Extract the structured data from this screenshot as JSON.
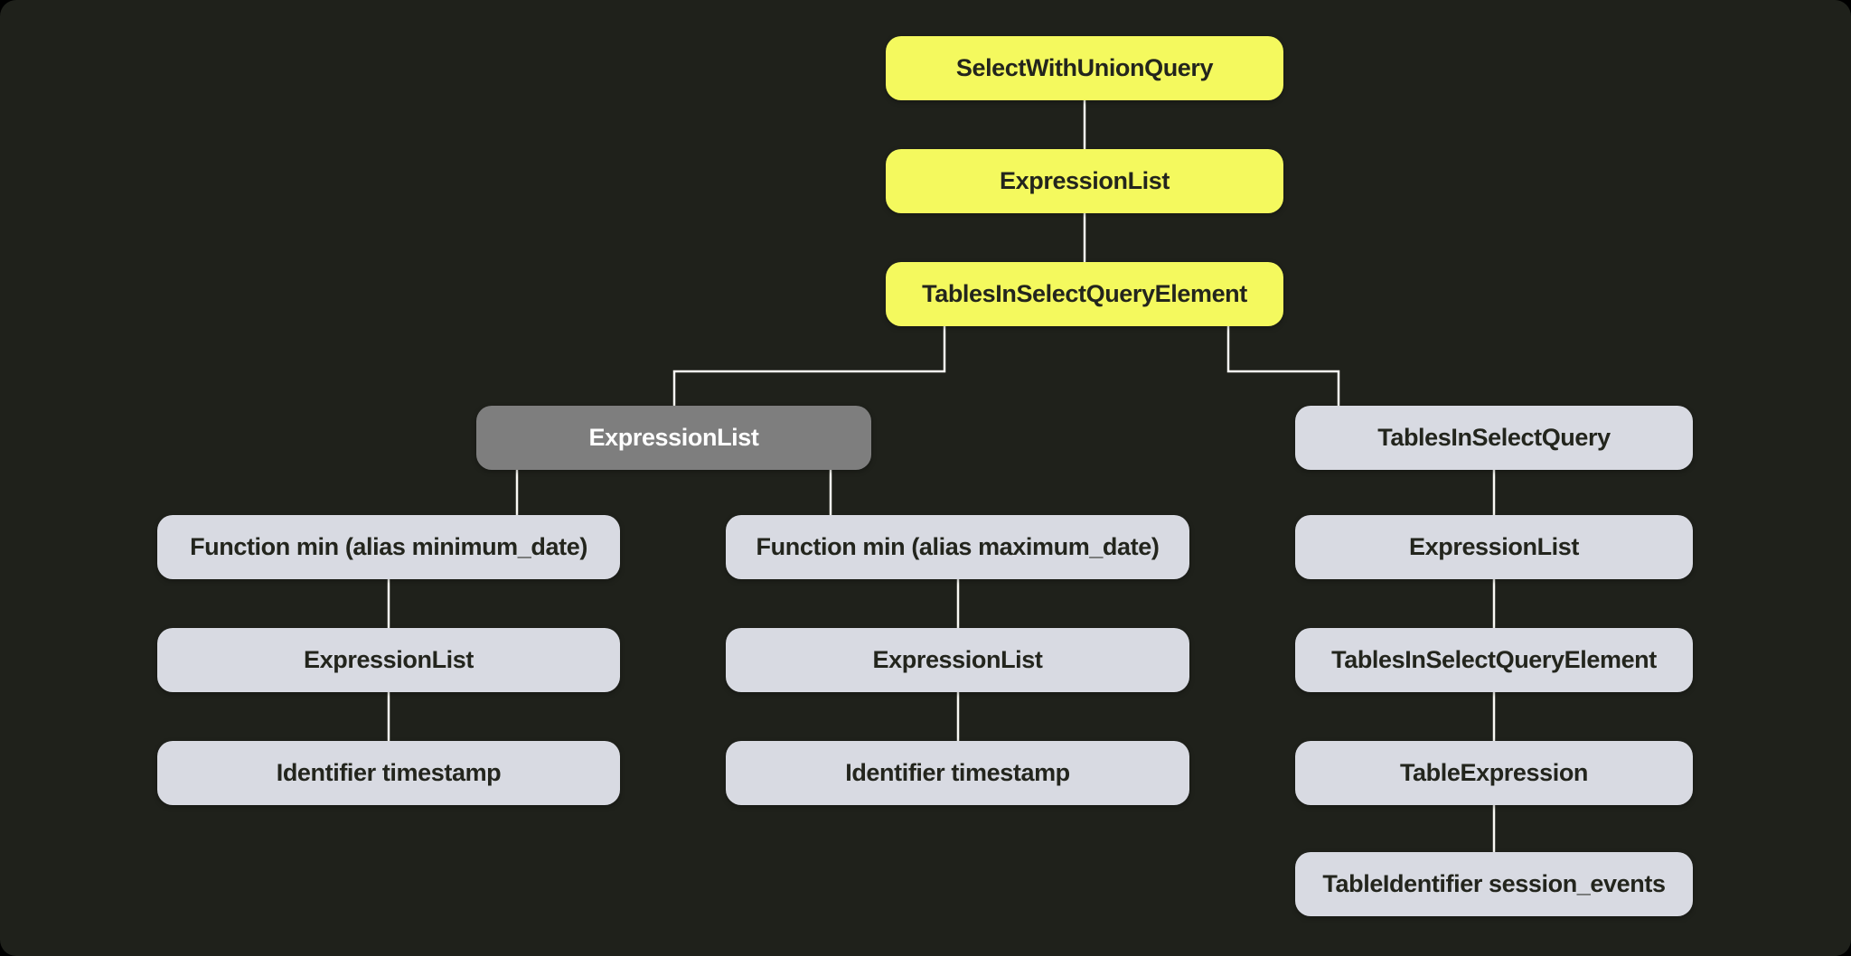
{
  "diagram": {
    "title": "SQL query abstract syntax tree",
    "colors": {
      "background": "#1f211b",
      "highlight": "#f4f95e",
      "selected": "#7e7e7e",
      "default": "#d8dae2",
      "edge": "#fafaf5",
      "text_dark": "#23251d",
      "text_light": "#ffffff"
    },
    "nodes": [
      {
        "id": "select_with_union_query",
        "label": "SelectWithUnionQuery",
        "variant": "highlight"
      },
      {
        "id": "expression_list_top",
        "label": "ExpressionList",
        "variant": "highlight"
      },
      {
        "id": "tables_in_select_query_element_1",
        "label": "TablesInSelectQueryElement",
        "variant": "highlight"
      },
      {
        "id": "expression_list_selected",
        "label": "ExpressionList",
        "variant": "selected"
      },
      {
        "id": "tables_in_select_query",
        "label": "TablesInSelectQuery",
        "variant": "default"
      },
      {
        "id": "function_min_minimum_date",
        "label": "Function min (alias minimum_date)",
        "variant": "default"
      },
      {
        "id": "function_min_maximum_date",
        "label": "Function min (alias maximum_date)",
        "variant": "default"
      },
      {
        "id": "expression_list_right",
        "label": "ExpressionList",
        "variant": "default"
      },
      {
        "id": "expression_list_left",
        "label": "ExpressionList",
        "variant": "default"
      },
      {
        "id": "expression_list_middle",
        "label": "ExpressionList",
        "variant": "default"
      },
      {
        "id": "tables_in_select_query_element_2",
        "label": "TablesInSelectQueryElement",
        "variant": "default"
      },
      {
        "id": "identifier_timestamp_left",
        "label": "Identifier timestamp",
        "variant": "default"
      },
      {
        "id": "identifier_timestamp_middle",
        "label": "Identifier timestamp",
        "variant": "default"
      },
      {
        "id": "table_expression",
        "label": "TableExpression",
        "variant": "default"
      },
      {
        "id": "table_identifier_session_events",
        "label": "TableIdentifier session_events",
        "variant": "default"
      }
    ],
    "edges": [
      {
        "from": "select_with_union_query",
        "to": "expression_list_selected_chain_1",
        "from_index": 0,
        "to_index": 1
      },
      {
        "from": "expression_list_top",
        "to": "tables_in_select_query_element_1",
        "from_index": 1,
        "to_index": 2
      },
      {
        "from": "tables_in_select_query_element_1",
        "to": "expression_list_selected",
        "from_index": 2,
        "to_index": 3
      },
      {
        "from": "tables_in_select_query_element_1",
        "to": "tables_in_select_query",
        "from_index": 2,
        "to_index": 4
      },
      {
        "from": "expression_list_selected",
        "to": "function_min_minimum_date",
        "from_index": 3,
        "to_index": 5
      },
      {
        "from": "expression_list_selected",
        "to": "function_min_maximum_date",
        "from_index": 3,
        "to_index": 6
      },
      {
        "from": "tables_in_select_query",
        "to": "expression_list_right",
        "from_index": 4,
        "to_index": 7
      },
      {
        "from": "function_min_minimum_date",
        "to": "expression_list_left",
        "from_index": 5,
        "to_index": 8
      },
      {
        "from": "function_min_maximum_date",
        "to": "expression_list_middle",
        "from_index": 6,
        "to_index": 9
      },
      {
        "from": "expression_list_right",
        "to": "tables_in_select_query_element_2",
        "from_index": 7,
        "to_index": 10
      },
      {
        "from": "expression_list_left",
        "to": "identifier_timestamp_left",
        "from_index": 8,
        "to_index": 11
      },
      {
        "from": "expression_list_middle",
        "to": "identifier_timestamp_middle",
        "from_index": 9,
        "to_index": 12
      },
      {
        "from": "tables_in_select_query_element_2",
        "to": "table_expression",
        "from_index": 10,
        "to_index": 13
      },
      {
        "from": "table_expression",
        "to": "table_identifier_session_events",
        "from_index": 13,
        "to_index": 14
      }
    ]
  }
}
